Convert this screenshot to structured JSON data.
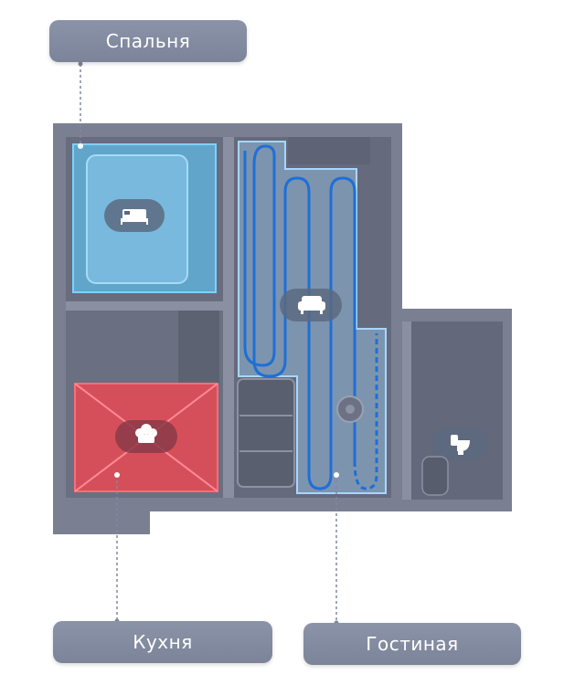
{
  "rooms": {
    "bedroom": {
      "name": "Спальня",
      "icon": "bed-icon",
      "zone_color": "#5fb8e6"
    },
    "kitchen": {
      "name": "Кухня",
      "icon": "chef-hat-icon",
      "zone_color": "#e84a55",
      "zone_type": "no-go"
    },
    "living_room": {
      "name": "Гостиная",
      "icon": "sofa-icon",
      "path_color": "#1f6fd6"
    },
    "bathroom": {
      "icon": "toilet-icon"
    }
  },
  "robot": {
    "icon": "robot-vacuum-icon"
  },
  "colors": {
    "label_bg": "#80889c",
    "floor": "#6b7082",
    "wall": "#7c8194"
  }
}
